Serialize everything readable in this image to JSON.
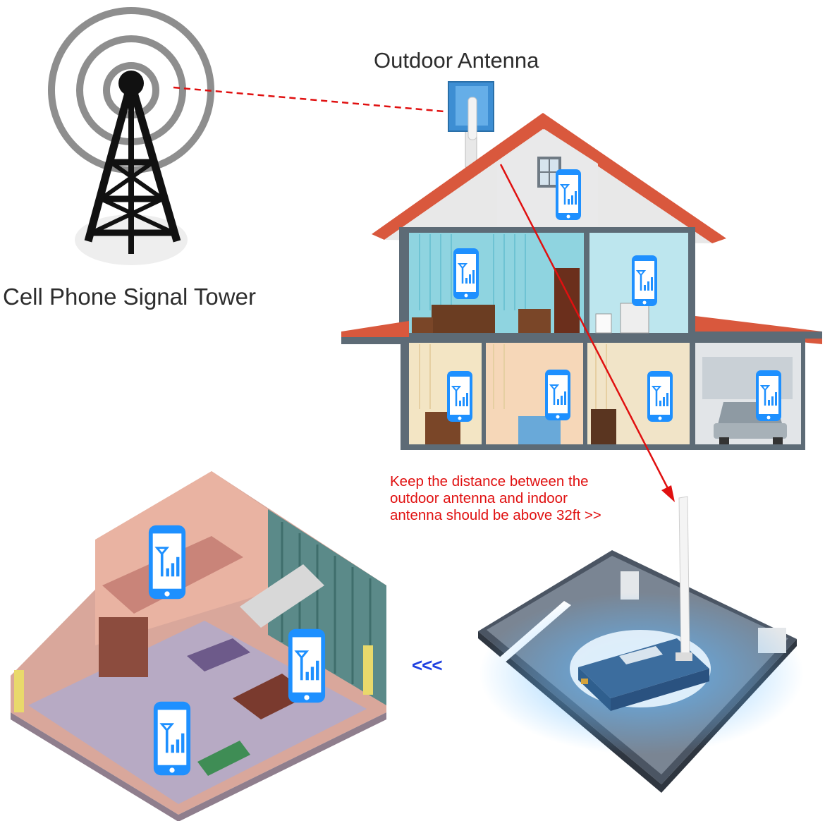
{
  "labels": {
    "tower": "Cell Phone Signal Tower",
    "outdoor_antenna": "Outdoor Antenna",
    "distance_note": [
      "Keep the distance between the",
      "outdoor antenna and indoor",
      "antenna should be above 32ft >>"
    ],
    "direction_arrows": "<<<"
  },
  "colors": {
    "signal_line": "#e01010",
    "arrow_text": "#1d3fe0",
    "phone_blue": "#1e90ff",
    "roof": "#d9583d",
    "wall_blue": "#8fd4e0",
    "wall_cream": "#f3e5c4"
  },
  "icons": [
    "signal-tower-icon",
    "panel-antenna-icon",
    "phone-signal-icon",
    "whip-antenna-icon",
    "signal-booster-icon"
  ]
}
